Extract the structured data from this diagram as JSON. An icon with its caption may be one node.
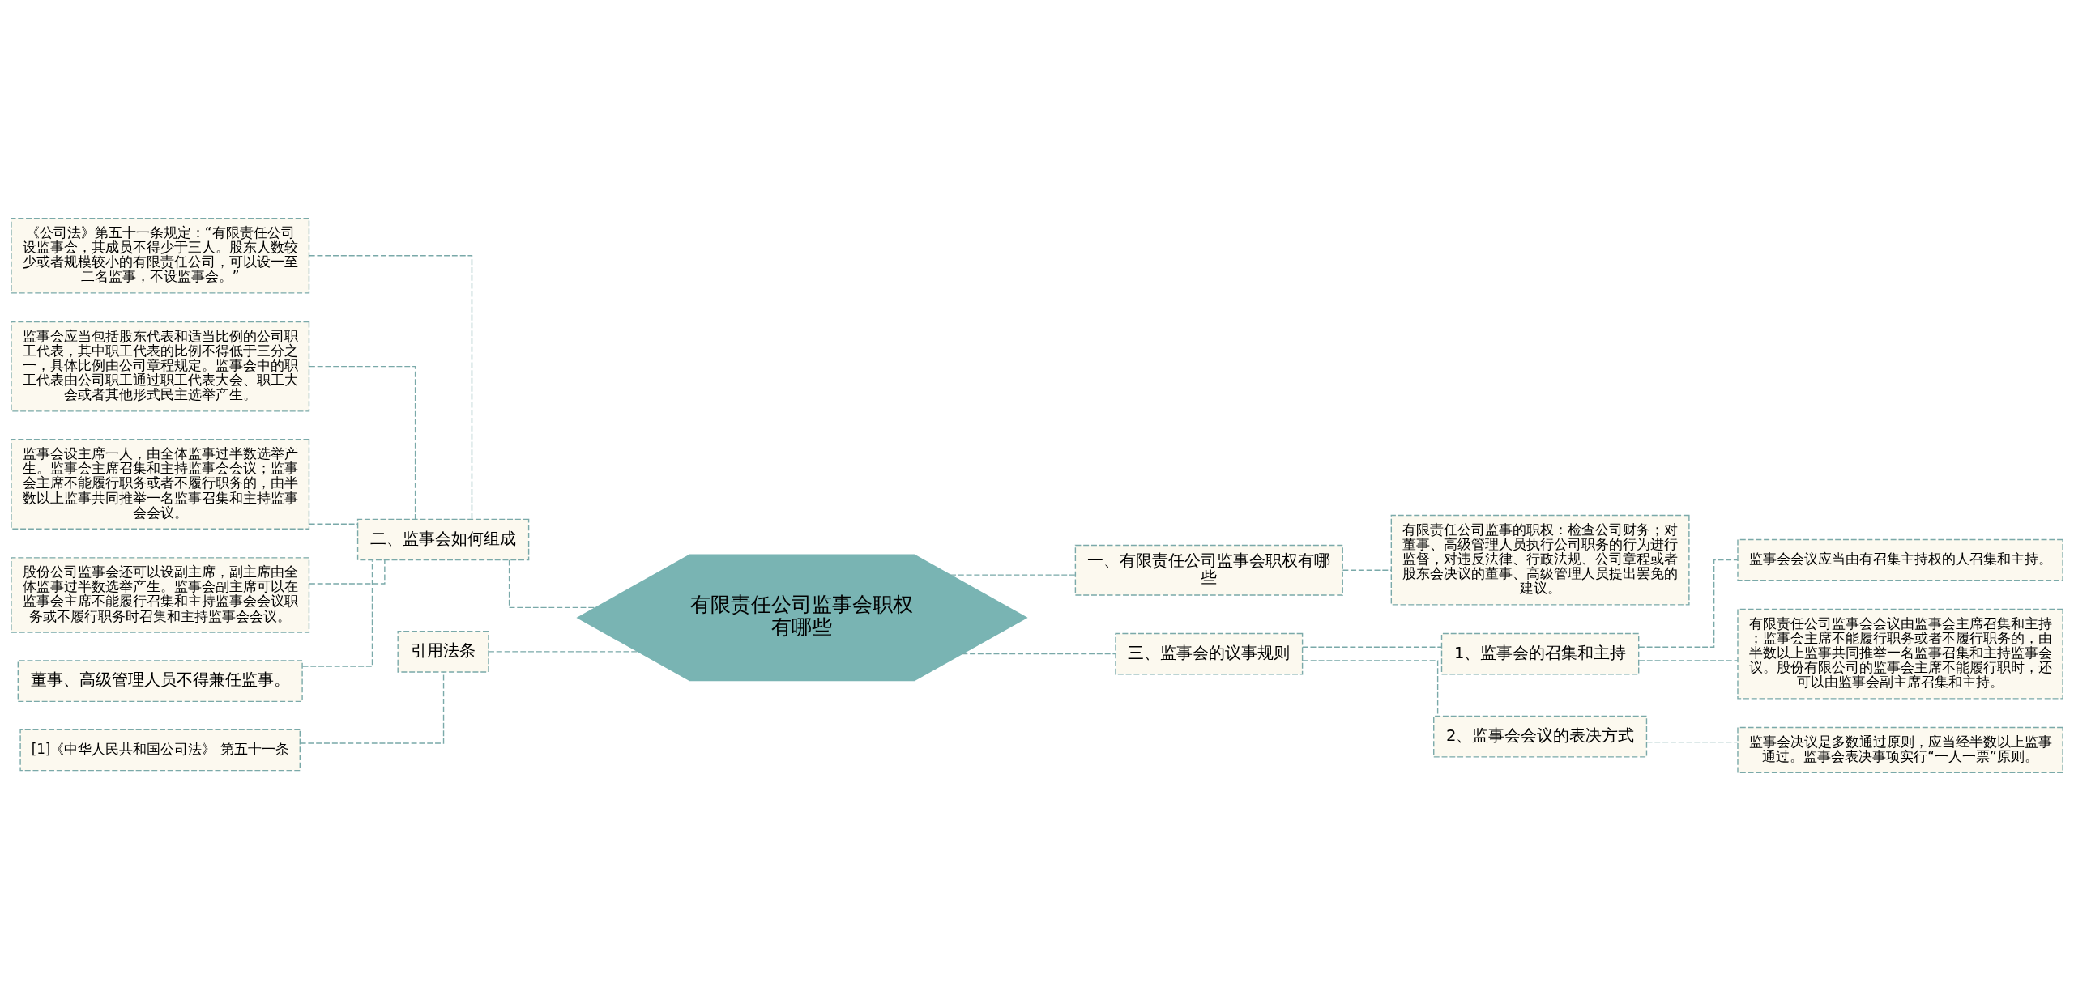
{
  "diagram": {
    "nodes": [
      {
        "text": [
          "有限责任公司监事会职权有哪些"
        ]
      },
      {
        "text": [
          "二、监事会如何组成"
        ]
      },
      {
        "text": [
          "《公司法》第五十一条规定：“有限责任公司设监事会，其成员不得少于三人。股东人数较少或者规模较小的有限责任公司，可以设一至二名监事，不设监事会。”"
        ]
      },
      {
        "text": [
          "监事会应当包括股东代表和适当比例的公司职工代表，其中职工代表的比例不得低于三分之一，具体比例由公司章程规定。监事会中的职工代表由公司职工通过职工代表大会、职工大会或者其他形式民主选举产生。"
        ]
      },
      {
        "text": [
          "监事会设主席一人，由全体监事过半数选举产生。监事会主席召集和主持监事会会议；监事会主席不能履行职务或者不履行职务的，由半数以上监事共同推举一名监事召集和主持监事会会议。"
        ]
      },
      {
        "text": [
          "股份公司监事会还可以设副主席，副主席由全体监事过半数选举产生。监事会副主席可以在监事会主席不能履行召集和主持监事会会议职务或不履行职务时召集和主持监事会会议。"
        ]
      },
      {
        "text": [
          "董事、高级管理人员不得兼任监事。"
        ]
      },
      {
        "text": [
          "引用法条"
        ]
      },
      {
        "text": [
          "[1]《中华人民共和国公司法》 第五十一条"
        ]
      },
      {
        "text": [
          "一、有限责任公司监事会职权有哪些"
        ]
      },
      {
        "text": [
          "有限责任公司监事的职权：检查公司财务；对董事、高级管理人员执行公司职务的行为进行监督，对违反法律、行政法规、公司章程或者股东会决议的董事、高级管理人员提出罢免的建议。"
        ]
      },
      {
        "text": [
          "三、监事会的议事规则"
        ]
      },
      {
        "text": [
          "1、监事会的召集和主持"
        ]
      },
      {
        "text": [
          "监事会会议应当由有召集主持权的人召集和主持。"
        ]
      },
      {
        "text": [
          "有限责任公司监事会会议由监事会主席召集和主持；监事会主席不能履行职务或者不履行职务的，由半数以上监事共同推举一名监事召集和主持监事会议。股份有限公司的监事会主席不能履行职时，还可以由监事会副主席召集和主持。"
        ]
      },
      {
        "text": [
          "2、监事会会议的表决方式"
        ]
      },
      {
        "text": [
          "监事会决议是多数通过原则，应当经半数以上监事通过。监事会表决事项实行“一人一票”原则。"
        ]
      }
    ],
    "edges": [
      {
        "from": 0,
        "to": 1,
        "arrow": "none"
      },
      {
        "from": 1,
        "to": 2,
        "arrow": "none"
      },
      {
        "from": 1,
        "to": 3,
        "arrow": "none"
      },
      {
        "from": 1,
        "to": 4,
        "arrow": "none"
      },
      {
        "from": 1,
        "to": 5,
        "arrow": "none"
      },
      {
        "from": 1,
        "to": 6,
        "arrow": "none"
      },
      {
        "from": 0,
        "to": 7,
        "arrow": "none"
      },
      {
        "from": 7,
        "to": 8,
        "arrow": "none"
      },
      {
        "from": 0,
        "to": 9,
        "arrow": "none"
      },
      {
        "from": 9,
        "to": 10,
        "arrow": "none"
      },
      {
        "from": 0,
        "to": 11,
        "arrow": "none"
      },
      {
        "from": 11,
        "to": 12,
        "arrow": "none"
      },
      {
        "from": 12,
        "to": 13,
        "arrow": "none"
      },
      {
        "from": 12,
        "to": 14,
        "arrow": "none"
      },
      {
        "from": 11,
        "to": 15,
        "arrow": "none"
      },
      {
        "from": 15,
        "to": 16,
        "arrow": "none"
      }
    ]
  }
}
